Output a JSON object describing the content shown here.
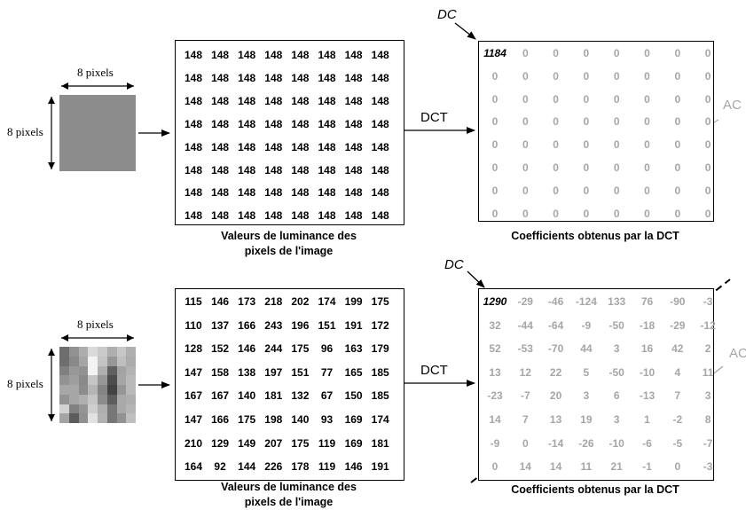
{
  "panels": [
    {
      "id": "uniform",
      "image_label_h": "8 pixels",
      "image_label_v": "8 pixels",
      "tile_shades": [
        [
          "#8c8c8c",
          "#8c8c8c",
          "#8c8c8c",
          "#8c8c8c",
          "#8c8c8c",
          "#8c8c8c",
          "#8c8c8c",
          "#8c8c8c"
        ],
        [
          "#8c8c8c",
          "#8c8c8c",
          "#8c8c8c",
          "#8c8c8c",
          "#8c8c8c",
          "#8c8c8c",
          "#8c8c8c",
          "#8c8c8c"
        ],
        [
          "#8c8c8c",
          "#8c8c8c",
          "#8c8c8c",
          "#8c8c8c",
          "#8c8c8c",
          "#8c8c8c",
          "#8c8c8c",
          "#8c8c8c"
        ],
        [
          "#8c8c8c",
          "#8c8c8c",
          "#8c8c8c",
          "#8c8c8c",
          "#8c8c8c",
          "#8c8c8c",
          "#8c8c8c",
          "#8c8c8c"
        ],
        [
          "#8c8c8c",
          "#8c8c8c",
          "#8c8c8c",
          "#8c8c8c",
          "#8c8c8c",
          "#8c8c8c",
          "#8c8c8c",
          "#8c8c8c"
        ],
        [
          "#8c8c8c",
          "#8c8c8c",
          "#8c8c8c",
          "#8c8c8c",
          "#8c8c8c",
          "#8c8c8c",
          "#8c8c8c",
          "#8c8c8c"
        ],
        [
          "#8c8c8c",
          "#8c8c8c",
          "#8c8c8c",
          "#8c8c8c",
          "#8c8c8c",
          "#8c8c8c",
          "#8c8c8c",
          "#8c8c8c"
        ],
        [
          "#8c8c8c",
          "#8c8c8c",
          "#8c8c8c",
          "#8c8c8c",
          "#8c8c8c",
          "#8c8c8c",
          "#8c8c8c",
          "#8c8c8c"
        ]
      ],
      "luminance_values": [
        [
          "148",
          "148",
          "148",
          "148",
          "148",
          "148",
          "148",
          "148"
        ],
        [
          "148",
          "148",
          "148",
          "148",
          "148",
          "148",
          "148",
          "148"
        ],
        [
          "148",
          "148",
          "148",
          "148",
          "148",
          "148",
          "148",
          "148"
        ],
        [
          "148",
          "148",
          "148",
          "148",
          "148",
          "148",
          "148",
          "148"
        ],
        [
          "148",
          "148",
          "148",
          "148",
          "148",
          "148",
          "148",
          "148"
        ],
        [
          "148",
          "148",
          "148",
          "148",
          "148",
          "148",
          "148",
          "148"
        ],
        [
          "148",
          "148",
          "148",
          "148",
          "148",
          "148",
          "148",
          "148"
        ],
        [
          "148",
          "148",
          "148",
          "148",
          "148",
          "148",
          "148",
          "148"
        ]
      ],
      "luminance_caption": [
        "Valeurs de luminance des",
        "pixels de l'image"
      ],
      "dct_label": "DCT",
      "dc_label": "DC",
      "ac_label": "AC",
      "coefficients": [
        [
          "1184",
          "0",
          "0",
          "0",
          "0",
          "0",
          "0",
          "0"
        ],
        [
          "0",
          "0",
          "0",
          "0",
          "0",
          "0",
          "0",
          "0"
        ],
        [
          "0",
          "0",
          "0",
          "0",
          "0",
          "0",
          "0",
          "0"
        ],
        [
          "0",
          "0",
          "0",
          "0",
          "0",
          "0",
          "0",
          "0"
        ],
        [
          "0",
          "0",
          "0",
          "0",
          "0",
          "0",
          "0",
          "0"
        ],
        [
          "0",
          "0",
          "0",
          "0",
          "0",
          "0",
          "0",
          "0"
        ],
        [
          "0",
          "0",
          "0",
          "0",
          "0",
          "0",
          "0",
          "0"
        ],
        [
          "0",
          "0",
          "0",
          "0",
          "0",
          "0",
          "0",
          "0"
        ]
      ],
      "coefficients_caption": "Coefficients obtenus par la DCT",
      "show_diagonal": false
    },
    {
      "id": "textured",
      "image_label_h": "8 pixels",
      "image_label_v": "8 pixels",
      "tile_shades": [
        [
          "#6e6e6e",
          "#929292",
          "#adadad",
          "#dadada",
          "#cacaca",
          "#aeaeae",
          "#c7c7c7",
          "#afafaf"
        ],
        [
          "#6e6e6e",
          "#898989",
          "#a6a6a6",
          "#f3f3f3",
          "#c4c4c4",
          "#979797",
          "#bfbfbf",
          "#acacac"
        ],
        [
          "#808080",
          "#989898",
          "#929292",
          "#f4f4f4",
          "#afafaf",
          "#606060",
          "#a3a3a3",
          "#b3b3b3"
        ],
        [
          "#939393",
          "#9e9e9e",
          "#8a8a8a",
          "#c5c5c5",
          "#979797",
          "#4d4d4d",
          "#a5a5a5",
          "#b9b9b9"
        ],
        [
          "#a7a7a7",
          "#a7a7a7",
          "#8c8c8c",
          "#b5b5b5",
          "#848484",
          "#434343",
          "#969696",
          "#b9b9b9"
        ],
        [
          "#939393",
          "#a6a6a6",
          "#afafaf",
          "#c6c6c6",
          "#8c8c8c",
          "#5d5d5d",
          "#a9a9a9",
          "#aeaeae"
        ],
        [
          "#d2d2d2",
          "#818181",
          "#959595",
          "#cfcfcf",
          "#afafaf",
          "#777777",
          "#a9a9a9",
          "#b5b5b5"
        ],
        [
          "#a4a4a4",
          "#5c5c5c",
          "#909090",
          "#e2e2e2",
          "#b2b2b2",
          "#777777",
          "#929292",
          "#bfbfbf"
        ]
      ],
      "luminance_values": [
        [
          "115",
          "146",
          "173",
          "218",
          "202",
          "174",
          "199",
          "175"
        ],
        [
          "110",
          "137",
          "166",
          "243",
          "196",
          "151",
          "191",
          "172"
        ],
        [
          "128",
          "152",
          "146",
          "244",
          "175",
          "96",
          "163",
          "179"
        ],
        [
          "147",
          "158",
          "138",
          "197",
          "151",
          "77",
          "165",
          "185"
        ],
        [
          "167",
          "167",
          "140",
          "181",
          "132",
          "67",
          "150",
          "185"
        ],
        [
          "147",
          "166",
          "175",
          "198",
          "140",
          "93",
          "169",
          "174"
        ],
        [
          "210",
          "129",
          "149",
          "207",
          "175",
          "119",
          "169",
          "181"
        ],
        [
          "164",
          "92",
          "144",
          "226",
          "178",
          "119",
          "146",
          "191"
        ]
      ],
      "luminance_caption": [
        "Valeurs de luminance des",
        "pixels de l'image"
      ],
      "dct_label": "DCT",
      "dc_label": "DC",
      "ac_label": "AC",
      "coefficients": [
        [
          "1290",
          "-29",
          "-46",
          "-124",
          "133",
          "76",
          "-90",
          "-3"
        ],
        [
          "32",
          "-44",
          "-64",
          "-9",
          "-50",
          "-18",
          "-29",
          "-12"
        ],
        [
          "52",
          "-53",
          "-70",
          "44",
          "3",
          "16",
          "42",
          "2"
        ],
        [
          "13",
          "12",
          "22",
          "5",
          "-50",
          "-10",
          "4",
          "11"
        ],
        [
          "-23",
          "-7",
          "20",
          "3",
          "6",
          "-13",
          "7",
          "3"
        ],
        [
          "14",
          "7",
          "13",
          "19",
          "3",
          "1",
          "-2",
          "8"
        ],
        [
          "-9",
          "0",
          "-14",
          "-26",
          "-10",
          "-6",
          "-5",
          "-7"
        ],
        [
          "0",
          "14",
          "14",
          "11",
          "21",
          "-1",
          "0",
          "-3"
        ]
      ],
      "coefficients_caption": "Coefficients obtenus par la DCT",
      "show_diagonal": true
    }
  ],
  "colors": {
    "text": "#000000",
    "ac_gray": "#a6a6a6",
    "frame": "#000000"
  }
}
